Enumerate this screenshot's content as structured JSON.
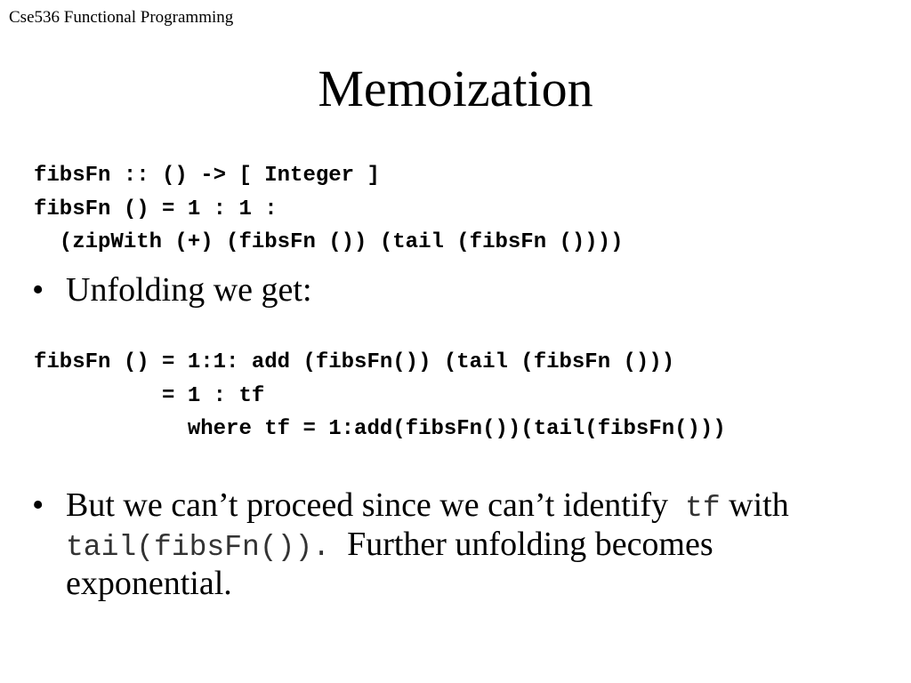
{
  "header": {
    "course": "Cse536 Functional Programming"
  },
  "slide": {
    "title": "Memoization",
    "code_block_1": [
      "fibsFn :: () -> [ Integer ]",
      "fibsFn () = 1 : 1 :",
      "  (zipWith (+) (fibsFn ()) (tail (fibsFn ())))"
    ],
    "bullet_1": {
      "mark": "•",
      "text": "Unfolding we get:"
    },
    "code_block_2": [
      "fibsFn () = 1:1: add (fibsFn()) (tail (fibsFn ()))",
      "          = 1 : tf",
      "            where tf = 1:add(fibsFn())(tail(fibsFn()))"
    ],
    "bullet_2": {
      "mark": "•",
      "text_before": "But we can’t proceed since we can’t identify",
      "code_1": "tf",
      "text_middle": "with",
      "code_2": "tail(fibsFn()).",
      "text_after": "Further unfolding becomes",
      "text_last": "exponential."
    }
  }
}
